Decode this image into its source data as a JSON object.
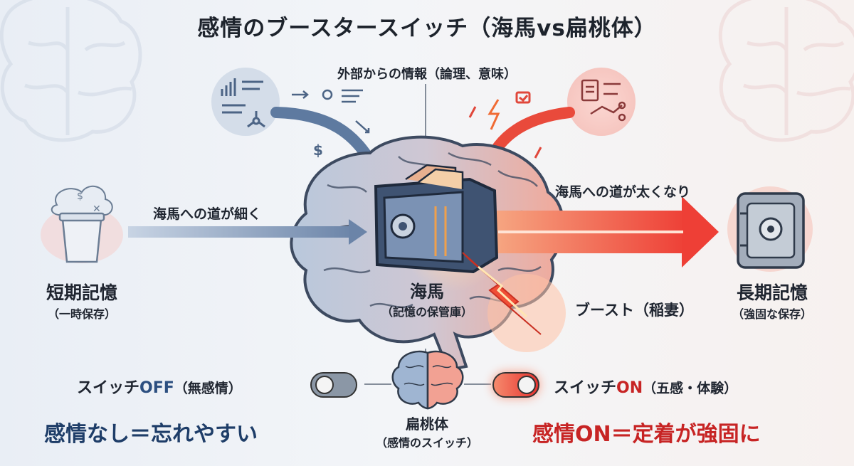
{
  "title": "感情のブースタースイッチ（海馬vs扁桃体）",
  "subtitle": "外部からの情報（論理、意味）",
  "left_path_label": "海馬への道が細く",
  "right_path_label": "海馬への道が太くなり",
  "short_term": {
    "title": "短期記憶",
    "sub": "（一時保存）"
  },
  "hippocampus": {
    "title": "海馬",
    "sub": "（記憶の保管庫）"
  },
  "long_term": {
    "title": "長期記憶",
    "sub": "（強固な保存）"
  },
  "boost_label": "ブースト（稲妻）",
  "amygdala": {
    "title": "扁桃体",
    "sub": "（感情のスイッチ）"
  },
  "switch_off": {
    "prefix": "スイッチ",
    "state": "OFF",
    "desc": "（無感情）"
  },
  "switch_on": {
    "prefix": "スイッチ",
    "state": "ON",
    "desc": "（五感・体験）"
  },
  "slogan_left": "感情なし＝忘れやすい",
  "slogan_right": "感情ON＝定着が強固に",
  "colors": {
    "calm_blue": "#1e3d68",
    "emotion_red": "#c72424",
    "arrow_blue": "#6b84a8",
    "arrow_red": "#ee4a3c"
  },
  "icons": [
    "brain-watermark-icon",
    "data-chart-icon",
    "document-alert-icon",
    "trash-bin-icon",
    "file-vault-icon",
    "safe-icon",
    "lightning-icon",
    "brain-small-icon"
  ]
}
